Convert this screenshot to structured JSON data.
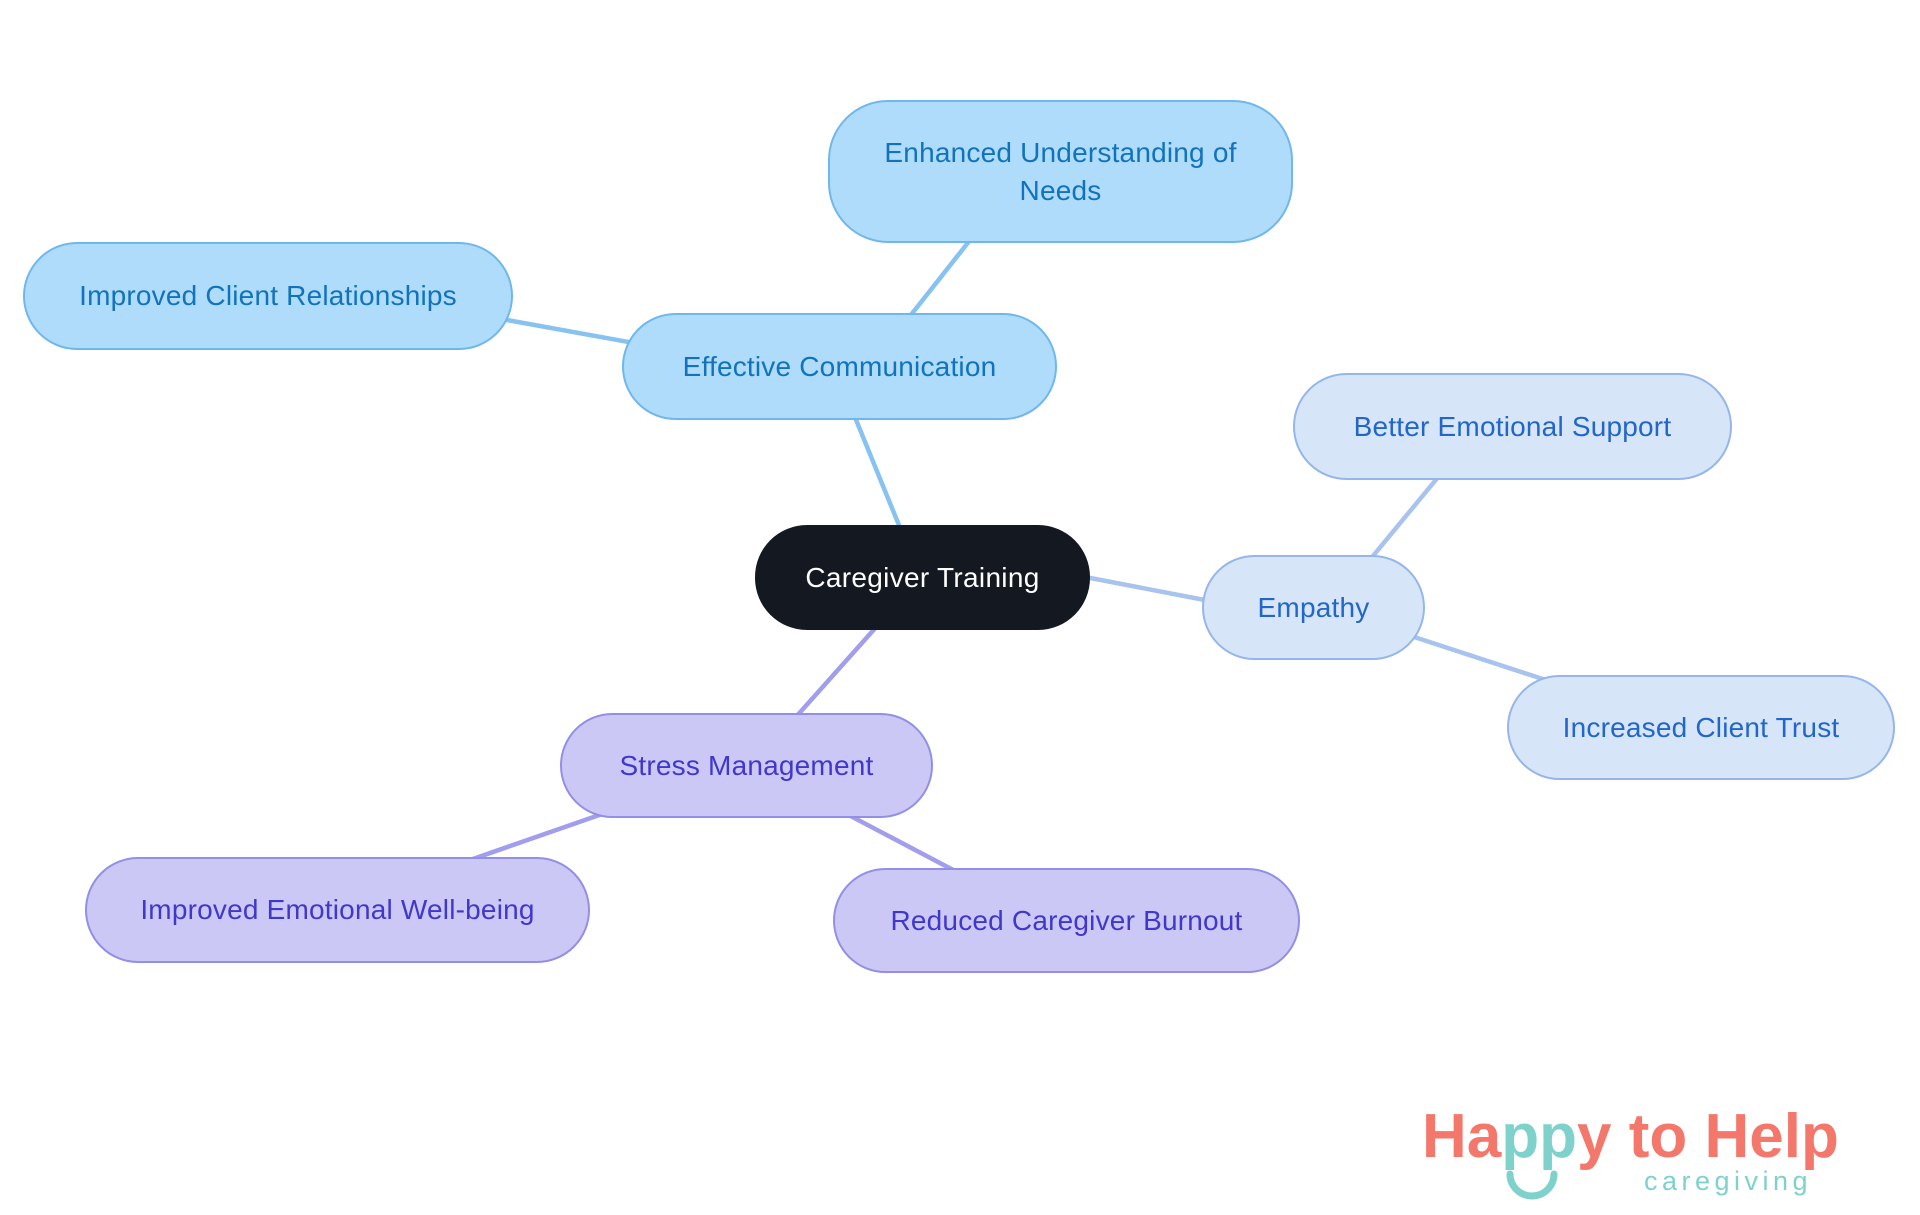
{
  "diagram": {
    "root": {
      "label": "Caregiver Training"
    },
    "branches": [
      {
        "label": "Effective Communication",
        "children": [
          {
            "label": "Enhanced Understanding of Needs"
          },
          {
            "label": "Improved Client Relationships"
          }
        ]
      },
      {
        "label": "Empathy",
        "children": [
          {
            "label": "Better Emotional Support"
          },
          {
            "label": "Increased Client Trust"
          }
        ]
      },
      {
        "label": "Stress Management",
        "children": [
          {
            "label": "Improved Emotional Well-being"
          },
          {
            "label": "Reduced Caregiver Burnout"
          }
        ]
      }
    ],
    "connections": [
      {
        "from": "Caregiver Training",
        "to": "Effective Communication"
      },
      {
        "from": "Effective Communication",
        "to": "Enhanced Understanding of Needs"
      },
      {
        "from": "Effective Communication",
        "to": "Improved Client Relationships"
      },
      {
        "from": "Caregiver Training",
        "to": "Empathy"
      },
      {
        "from": "Empathy",
        "to": "Better Emotional Support"
      },
      {
        "from": "Empathy",
        "to": "Increased Client Trust"
      },
      {
        "from": "Caregiver Training",
        "to": "Stress Management"
      },
      {
        "from": "Stress Management",
        "to": "Improved Emotional Well-being"
      },
      {
        "from": "Stress Management",
        "to": "Reduced Caregiver Burnout"
      }
    ]
  },
  "palette": {
    "central_fill": "#141821",
    "central_text": "#FFFFFF",
    "blue_fill": "#AEDCFA",
    "blue_border": "#70B7EC",
    "blue_text": "#1273BC",
    "blue_edge": "#87C2F0",
    "periwinkle_fill": "#D7E5F8",
    "periwinkle_border": "#95B6EA",
    "periwinkle_text": "#2166C8",
    "periwinkle_edge": "#A7C3EE",
    "purple_fill": "#CCC8F6",
    "purple_border": "#938EE6",
    "purple_text": "#4137CB",
    "purple_edge": "#A29DEC"
  },
  "logo": {
    "part1": "Ha",
    "part2": "pp",
    "part3": "y to Help",
    "tagline": "caregiving",
    "coral": "#F4776B",
    "teal": "#7FD2CC"
  }
}
